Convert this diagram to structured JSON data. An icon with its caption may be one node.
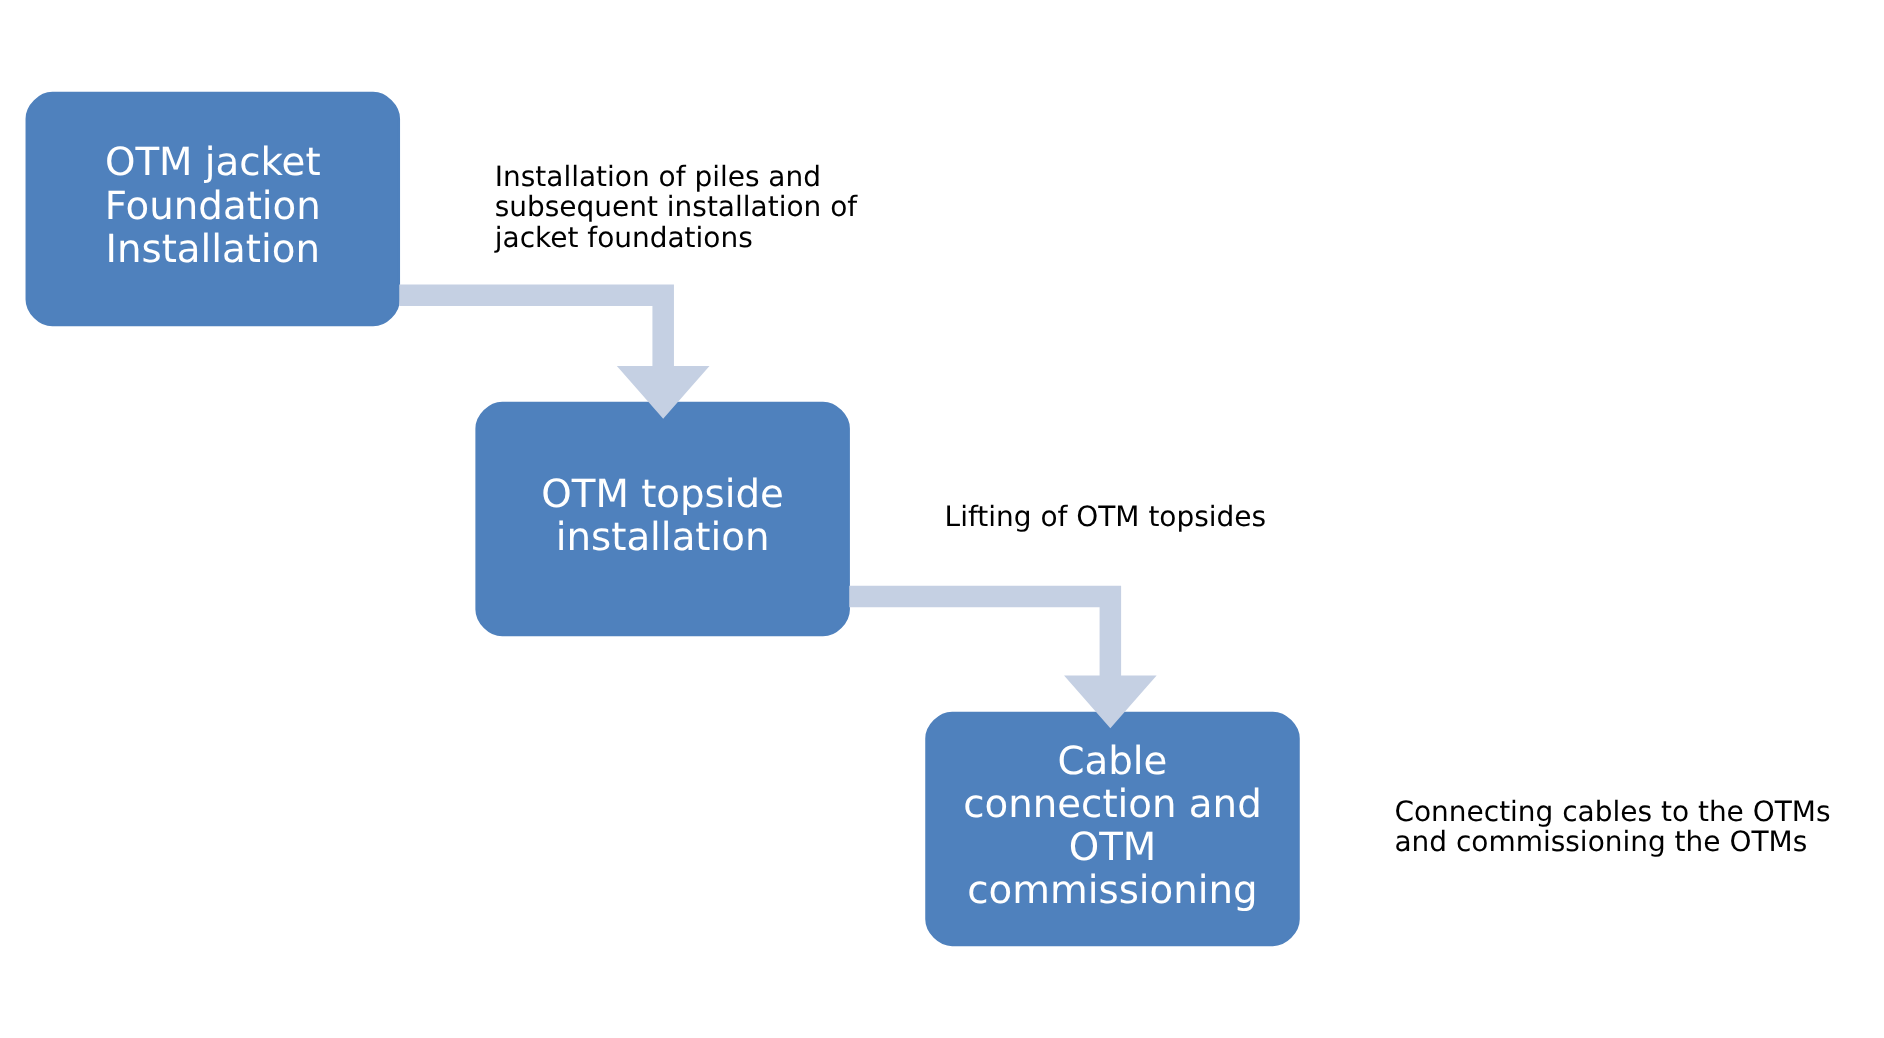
{
  "diagram": {
    "nodes": [
      {
        "text": [
          "OTM jacket Foundation Installation"
        ],
        "beside": [
          "Installation of piles and subsequent installation of jacket foundations"
        ]
      },
      {
        "text": [
          "OTM topside installation"
        ],
        "beside": [
          "Lifting of OTM topsides"
        ]
      },
      {
        "text": [
          "Cable connection and OTM commissioning"
        ],
        "beside": [
          "Connecting cables to the OTMs and commissioning the OTMs"
        ]
      }
    ],
    "edges": [
      {
        "from": 0,
        "to": 1,
        "arrow": "to"
      },
      {
        "from": 1,
        "to": 2,
        "arrow": "to"
      }
    ]
  }
}
